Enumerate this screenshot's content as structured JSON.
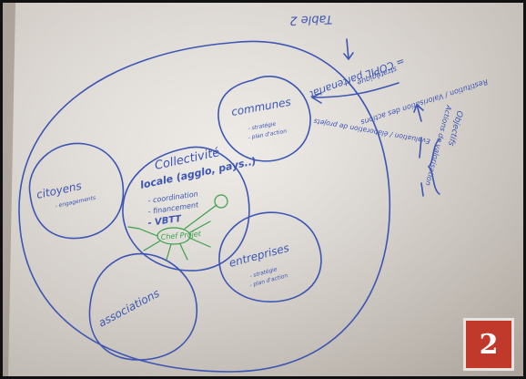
{
  "photo": {
    "label_number": "2",
    "colors": {
      "paper": "#e6e2dd",
      "ink_blue": "#3d56b3",
      "ink_green": "#3aa04a",
      "badge": "#c0392b"
    },
    "handwriting": {
      "top_title": "Table 2",
      "top_note": "= COPIL partenariat",
      "top_sub": "stratégique",
      "right_lines": [
        "Objectifs",
        "Actions de valorisation",
        "Evaluation / élaboration de projets",
        "Restitution / Valorisation des actions"
      ],
      "circles": {
        "communes": "communes",
        "communes_sub_1": "- stratégie",
        "communes_sub_2": "- plan d'action",
        "citoyens": "citoyens",
        "citoyens_sub": "- engagements",
        "center_1": "Collectivité",
        "center_2": "locale (agglo, pays..)",
        "center_3": "- coordination",
        "center_4": "- financement",
        "center_5": "- VBTT",
        "chef_projet": "Chef Projet",
        "entreprises": "entreprises",
        "entreprises_sub_1": "- stratégie",
        "entreprises_sub_2": "- plan d'action",
        "associations": "associations"
      }
    }
  }
}
